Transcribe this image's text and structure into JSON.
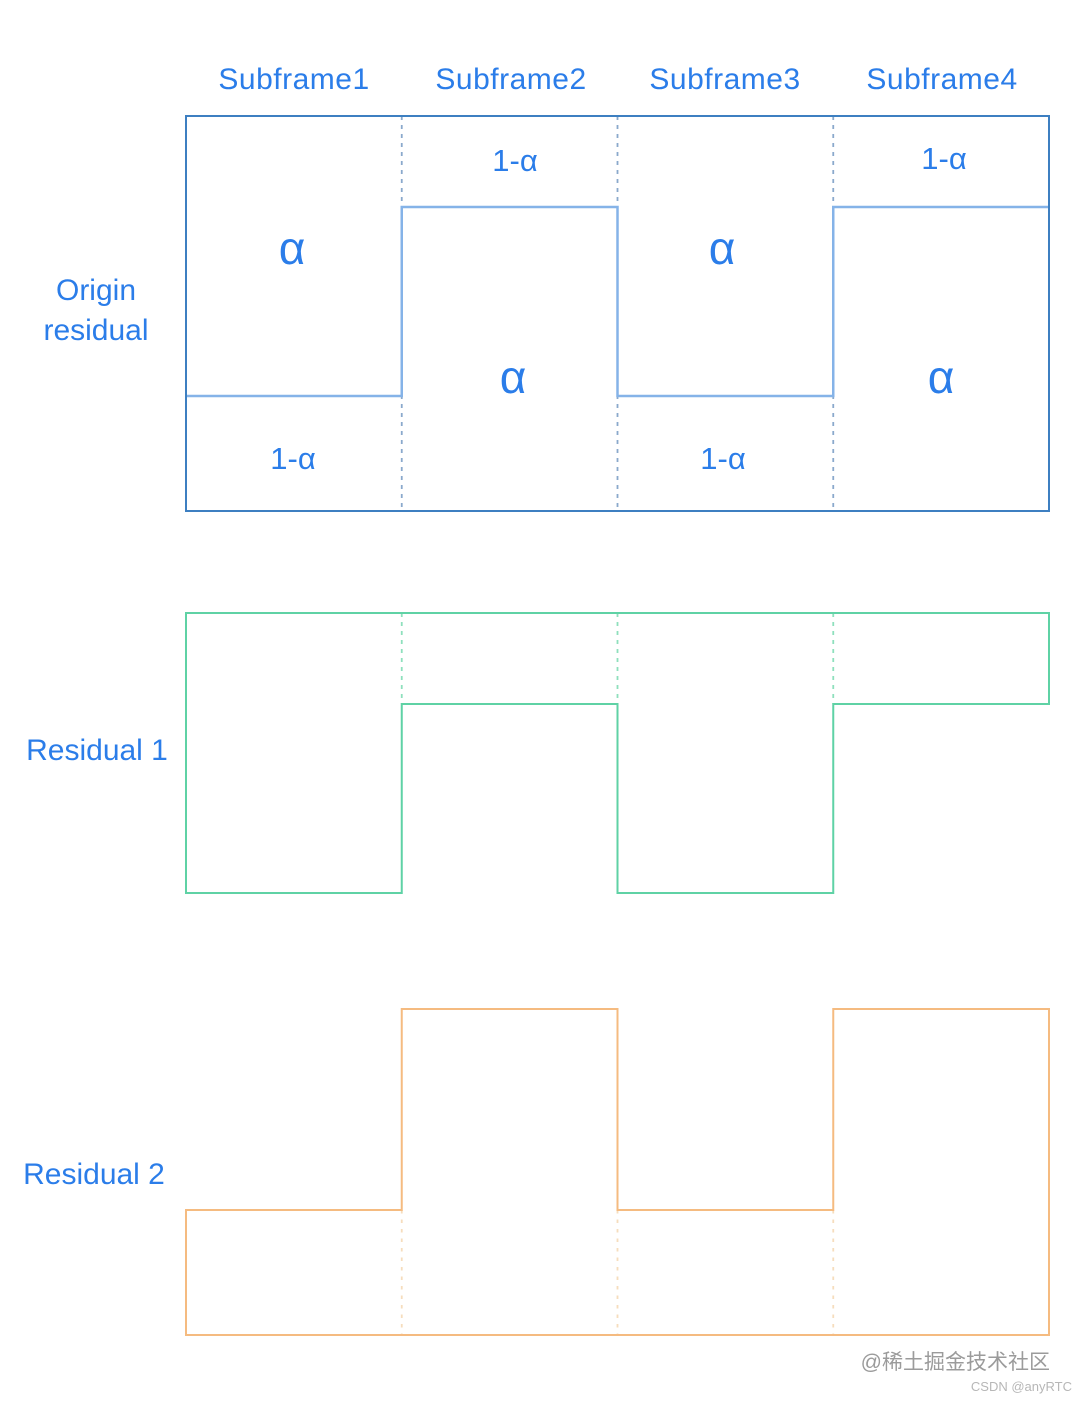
{
  "header": {
    "subframes": [
      "Subframe1",
      "Subframe2",
      "Subframe3",
      "Subframe4"
    ]
  },
  "origin": {
    "label_line1": "Origin",
    "label_line2": "residual",
    "columns": [
      {
        "upper": "α",
        "lower": "1-α"
      },
      {
        "upper": "1-α",
        "lower": "α"
      },
      {
        "upper": "α",
        "lower": "1-α"
      },
      {
        "upper": "1-α",
        "lower": "α"
      }
    ]
  },
  "residual1": {
    "label": "Residual 1"
  },
  "residual2": {
    "label": "Residual 2"
  },
  "watermark": {
    "line1": "@稀土掘金技术社区",
    "line2": "CSDN @anyRTC"
  },
  "colors": {
    "label_blue": "#2b7de9",
    "box_border_blue": "#3d7fc1",
    "step_blue": "#85b3e8",
    "dash_blue": "#8aa9cc",
    "green": "#5fd2a5",
    "green_dash": "#8ee0bd",
    "orange": "#f5bb80",
    "orange_dash": "#f6ddbd"
  }
}
